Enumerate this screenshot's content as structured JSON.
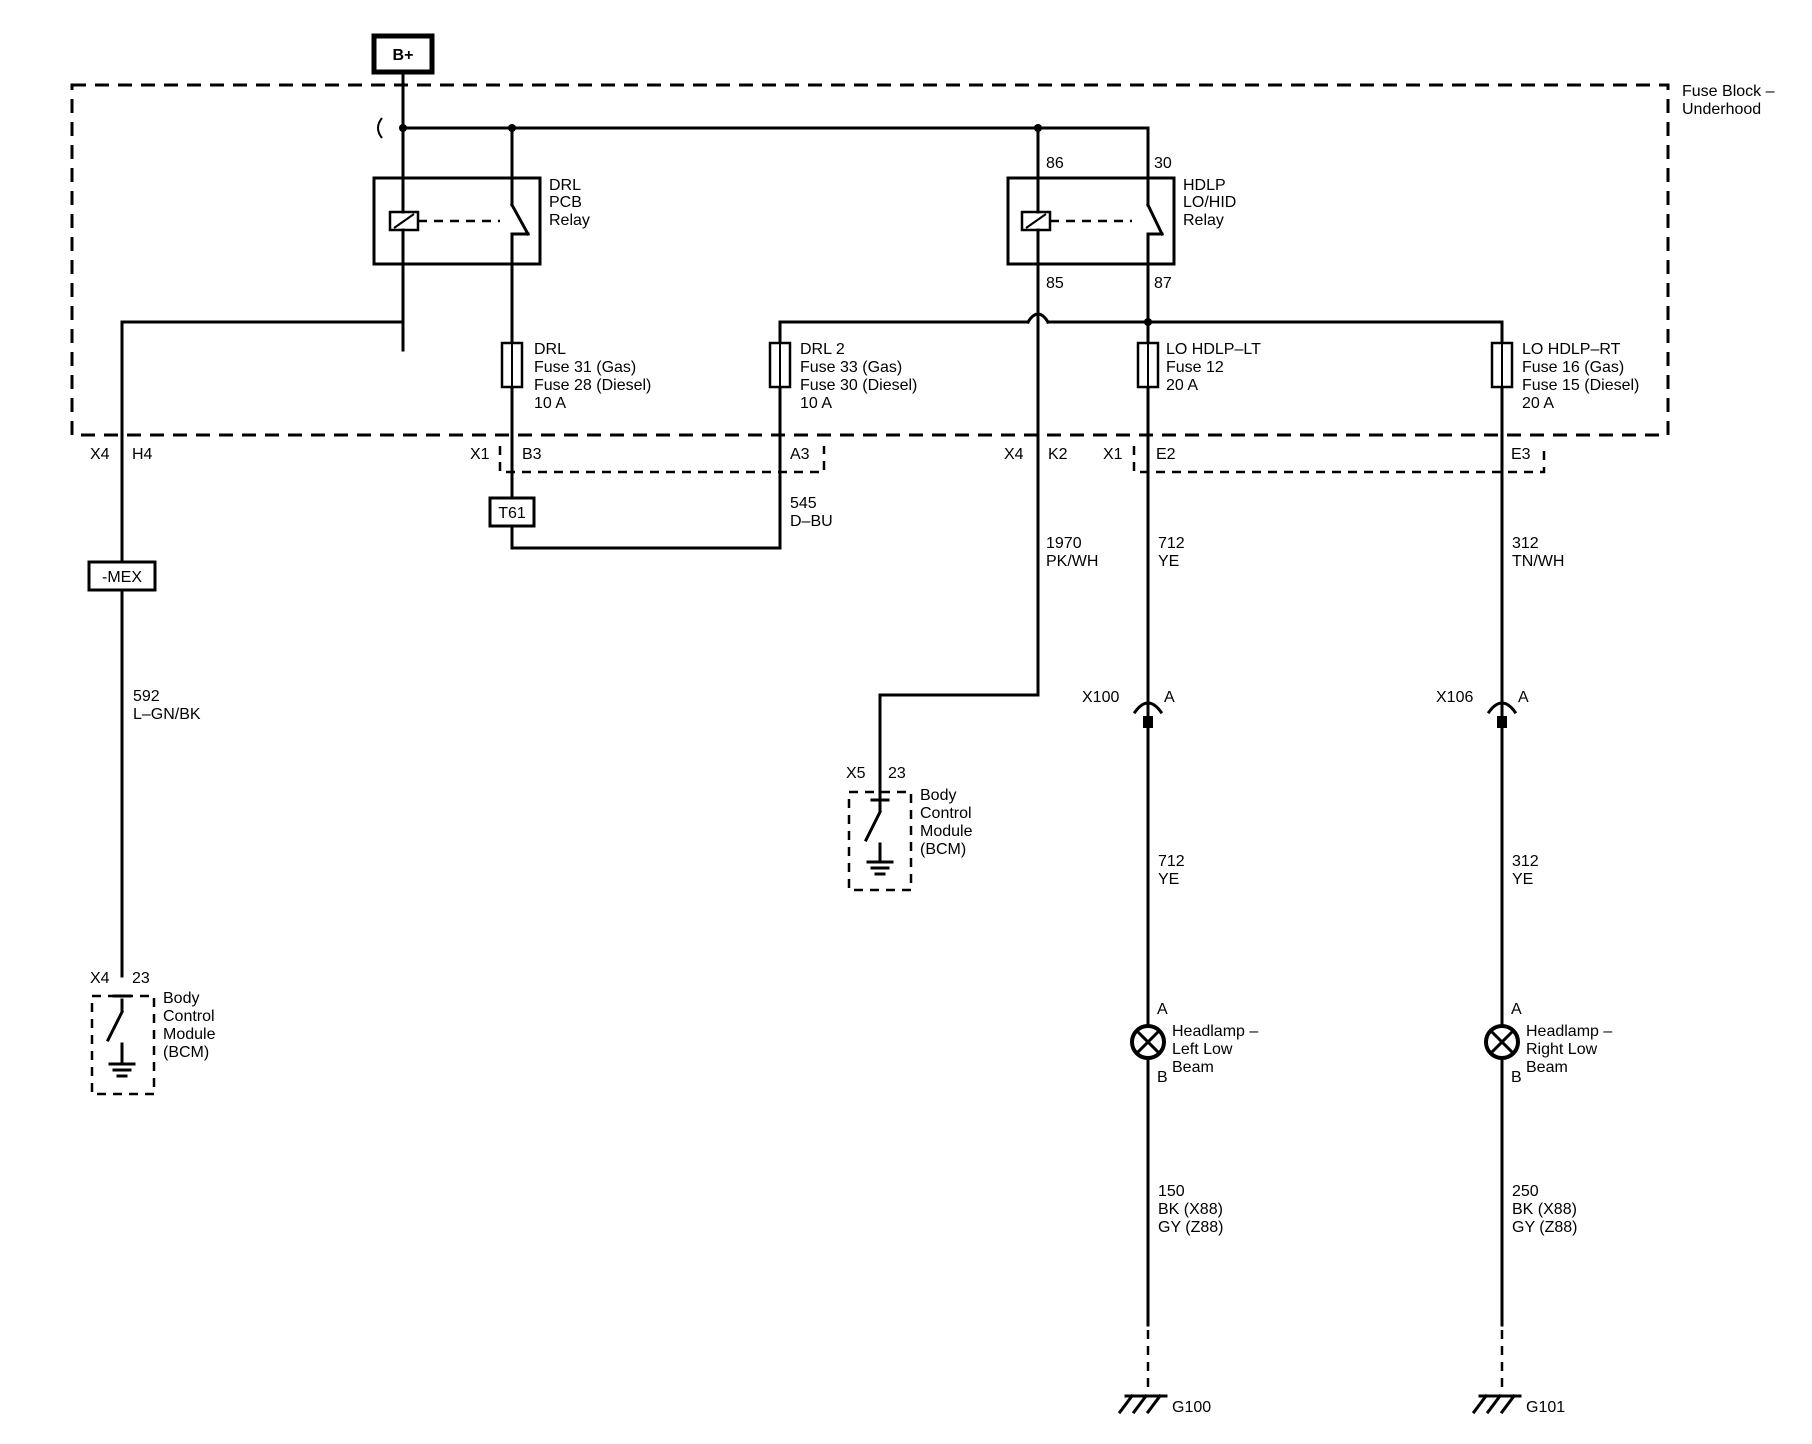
{
  "battery_label": "B+",
  "fuse_block": {
    "line1": "Fuse Block –",
    "line2": "Underhood"
  },
  "drl_relay": {
    "line1": "DRL",
    "line2": "PCB",
    "line3": "Relay"
  },
  "hdlp_relay": {
    "line1": "HDLP",
    "line2": "LO/HID",
    "line3": "Relay",
    "pin86": "86",
    "pin30": "30",
    "pin85": "85",
    "pin87": "87"
  },
  "fuse_drl": {
    "line1": "DRL",
    "line2": "Fuse 31 (Gas)",
    "line3": "Fuse 28 (Diesel)",
    "line4": "10 A"
  },
  "fuse_drl2": {
    "line1": "DRL 2",
    "line2": "Fuse 33 (Gas)",
    "line3": "Fuse 30 (Diesel)",
    "line4": "10 A"
  },
  "fuse_lo_lt": {
    "line1": "LO HDLP–LT",
    "line2": "Fuse 12",
    "line3": "20 A"
  },
  "fuse_lo_rt": {
    "line1": "LO HDLP–RT",
    "line2": "Fuse 16 (Gas)",
    "line3": "Fuse 15 (Diesel)",
    "line4": "20 A"
  },
  "connectors": {
    "x4_h4": {
      "conn": "X4",
      "pin": "H4"
    },
    "x1_b3": {
      "conn": "X1",
      "pin": "B3"
    },
    "a3": {
      "pin": "A3"
    },
    "x4_k2": {
      "conn": "X4",
      "pin": "K2"
    },
    "x1_e2": {
      "conn": "X1",
      "pin": "E2"
    },
    "e3": {
      "pin": "E3"
    },
    "x100": {
      "conn": "X100",
      "pin": "A"
    },
    "x106": {
      "conn": "X106",
      "pin": "A"
    }
  },
  "splice_t61": "T61",
  "option_mex": "-MEX",
  "wires": {
    "w545": {
      "num": "545",
      "color": "D–BU"
    },
    "w592": {
      "num": "592",
      "color": "L–GN/BK"
    },
    "w1970": {
      "num": "1970",
      "color": "PK/WH"
    },
    "w712_top": {
      "num": "712",
      "color": "YE"
    },
    "w712_bot": {
      "num": "712",
      "color": "YE"
    },
    "w312_top": {
      "num": "312",
      "color": "TN/WH"
    },
    "w312_bot": {
      "num": "312",
      "color": "YE"
    },
    "w150": {
      "num": "150",
      "line2": "BK (X88)",
      "line3": "GY (Z88)"
    },
    "w250": {
      "num": "250",
      "line2": "BK (X88)",
      "line3": "GY (Z88)"
    }
  },
  "bcm_left": {
    "conn": "X4",
    "pin": "23",
    "line1": "Body",
    "line2": "Control",
    "line3": "Module",
    "line4": "(BCM)"
  },
  "bcm_mid": {
    "conn": "X5",
    "pin": "23",
    "line1": "Body",
    "line2": "Control",
    "line3": "Module",
    "line4": "(BCM)"
  },
  "lamp_left": {
    "pinA": "A",
    "pinB": "B",
    "line1": "Headlamp –",
    "line2": "Left Low",
    "line3": "Beam"
  },
  "lamp_right": {
    "pinA": "A",
    "pinB": "B",
    "line1": "Headlamp –",
    "line2": "Right Low",
    "line3": "Beam"
  },
  "ground_left": "G100",
  "ground_right": "G101"
}
